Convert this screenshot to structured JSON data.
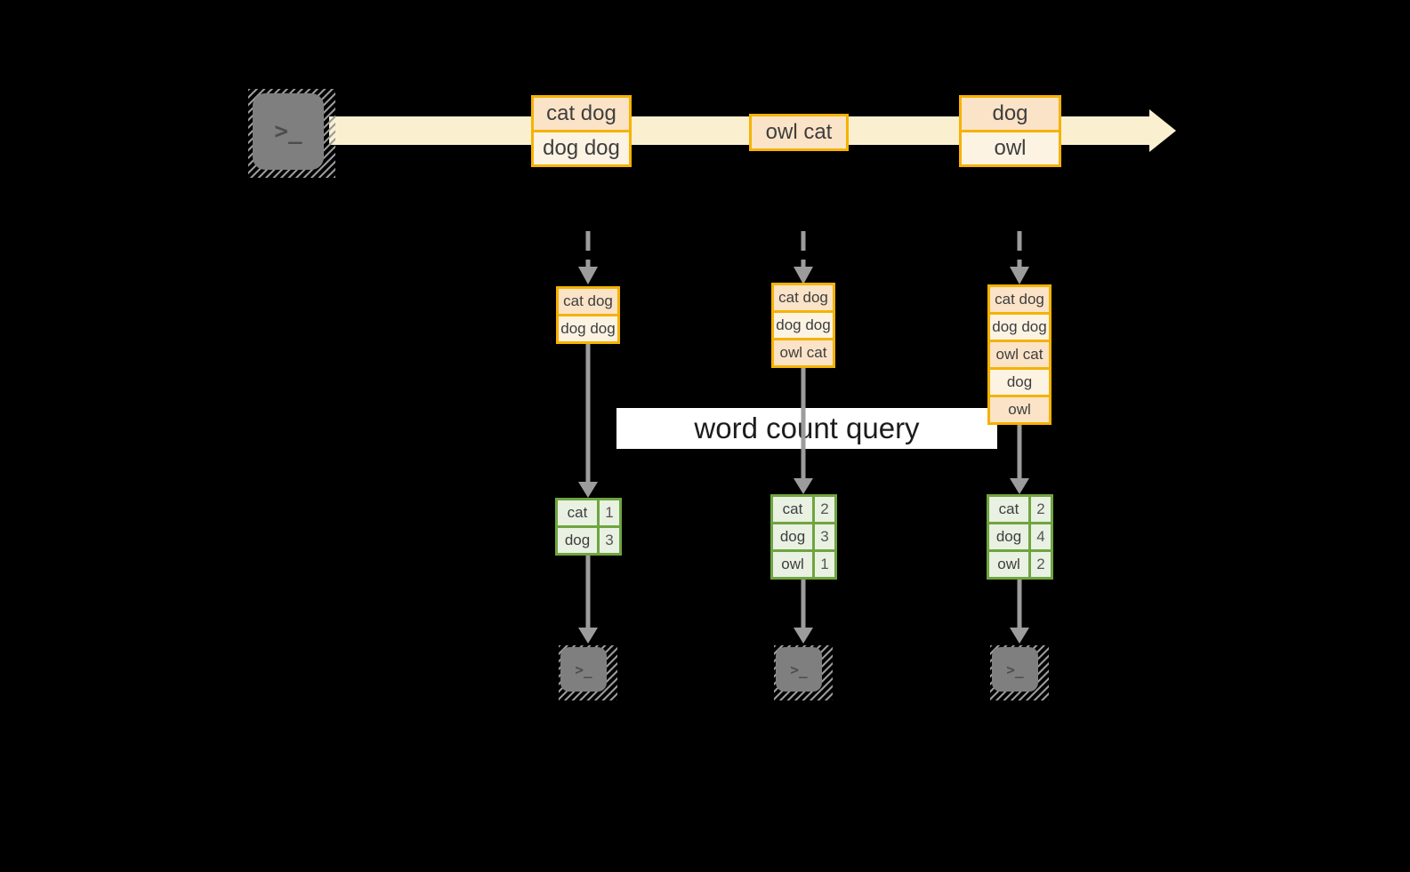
{
  "query": {
    "label": "word count query"
  },
  "source": {
    "icon": "terminal-icon",
    "glyph": ">_"
  },
  "timeline": {
    "batches": [
      {
        "messages": [
          "cat dog",
          "dog dog"
        ]
      },
      {
        "messages": [
          "owl cat"
        ]
      },
      {
        "messages": [
          "dog",
          "owl"
        ]
      }
    ]
  },
  "columns": [
    {
      "accumulated": [
        "cat dog",
        "dog dog"
      ],
      "counts": [
        {
          "word": "cat",
          "value": "1"
        },
        {
          "word": "dog",
          "value": "3"
        }
      ],
      "sink_icon": "terminal-icon",
      "sink_glyph": ">_"
    },
    {
      "accumulated": [
        "cat dog",
        "dog dog",
        "owl cat"
      ],
      "counts": [
        {
          "word": "cat",
          "value": "2"
        },
        {
          "word": "dog",
          "value": "3"
        },
        {
          "word": "owl",
          "value": "1"
        }
      ],
      "sink_icon": "terminal-icon",
      "sink_glyph": ">_"
    },
    {
      "accumulated": [
        "cat dog",
        "dog dog",
        "owl cat",
        "dog",
        "owl"
      ],
      "counts": [
        {
          "word": "cat",
          "value": "2"
        },
        {
          "word": "dog",
          "value": "4"
        },
        {
          "word": "owl",
          "value": "2"
        }
      ],
      "sink_icon": "terminal-icon",
      "sink_glyph": ">_"
    }
  ],
  "colors": {
    "background": "#000000",
    "stream_arrow": "#FAF0D0",
    "message_border": "#F5B201",
    "message_fill_dark": "#FBE3C7",
    "message_fill_light": "#FDF3E3",
    "table_border": "#6FA53F",
    "table_fill": "#E9F1E3",
    "flow_arrow": "#9C9C9C",
    "terminal_gray": "#7F7F7F"
  }
}
